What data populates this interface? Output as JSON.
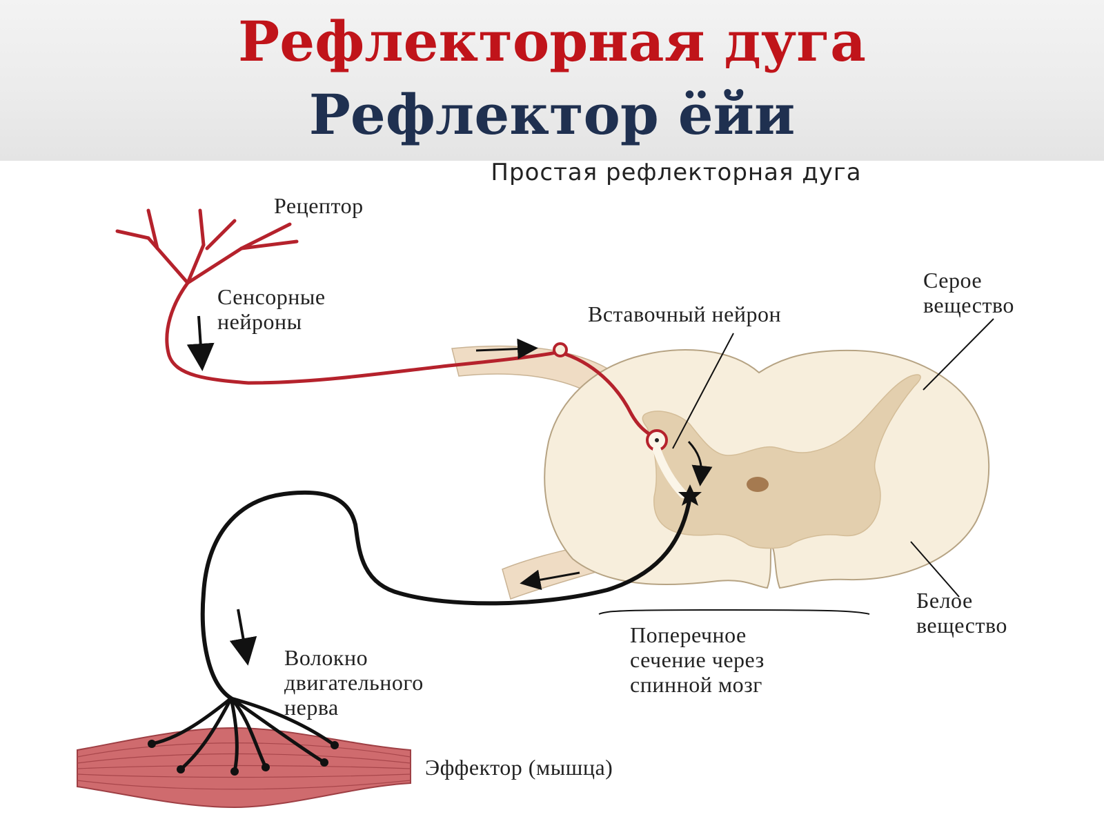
{
  "title": {
    "line1": "Рефлекторная дуга",
    "line2": "Рефлектор ёйи"
  },
  "diagram": {
    "subtitle": "Простая рефлекторная дуга",
    "labels": {
      "receptor": "Рецептор",
      "sensory_neurons": "Сенсорные\nнейроны",
      "interneuron": "Вставочный нейрон",
      "gray_matter": "Серое\nвещество",
      "white_matter": "Белое\nвещество",
      "cross_section": "Поперечное\nсечение через\nспинной мозг",
      "motor_fiber": "Волокно\nдвигательного\nнерва",
      "effector": "Эффектор (мышца)"
    }
  },
  "colors": {
    "title_red": "#c0141a",
    "title_navy": "#1f3050",
    "sensory_neuron": "#b5222c",
    "motor_neuron": "#111111",
    "white_matter": "#f7eedc",
    "gray_matter": "#e3cfae",
    "muscle": "#cf6b6e"
  }
}
